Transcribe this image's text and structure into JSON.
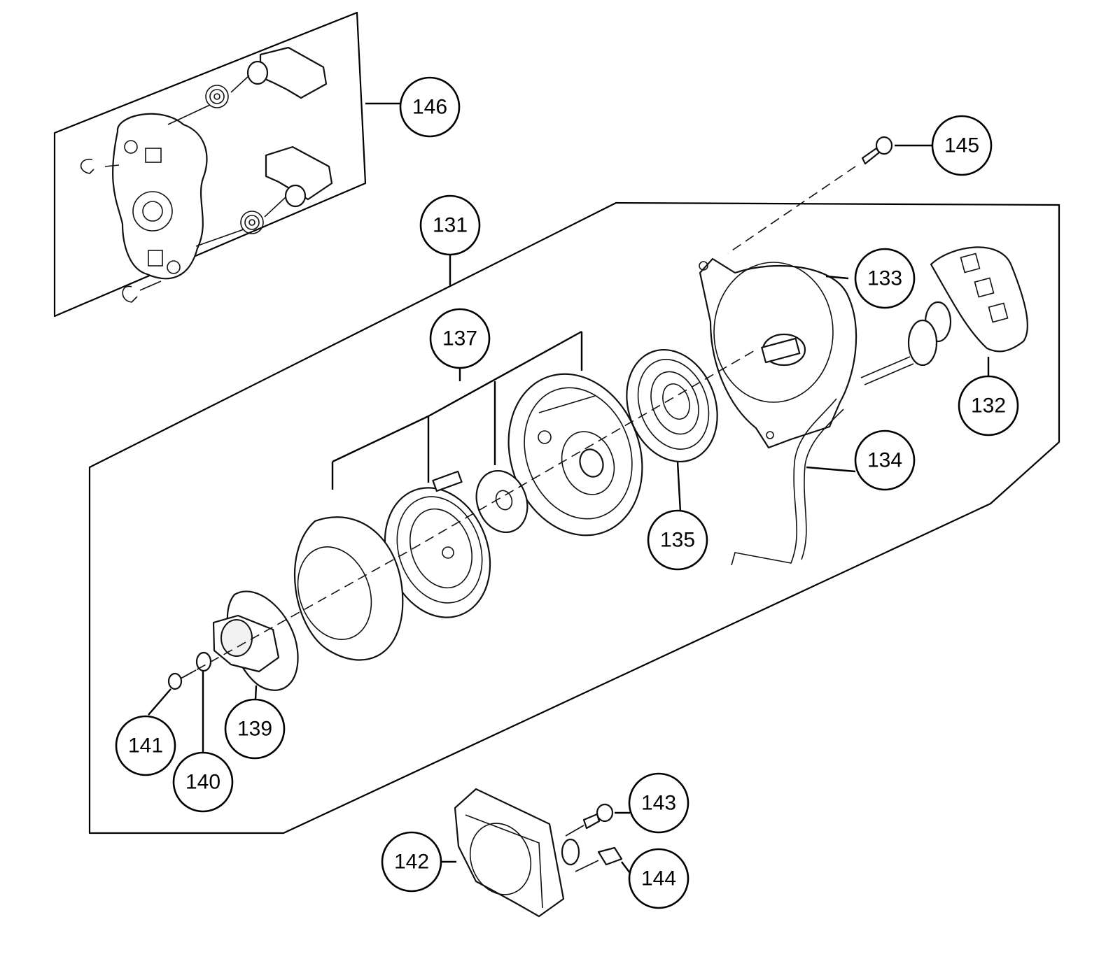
{
  "callouts": {
    "c131": "131",
    "c132": "132",
    "c133": "133",
    "c134": "134",
    "c135": "135",
    "c137": "137",
    "c139": "139",
    "c140": "140",
    "c141": "141",
    "c142": "142",
    "c143": "143",
    "c144": "144",
    "c145": "145",
    "c146": "146"
  }
}
